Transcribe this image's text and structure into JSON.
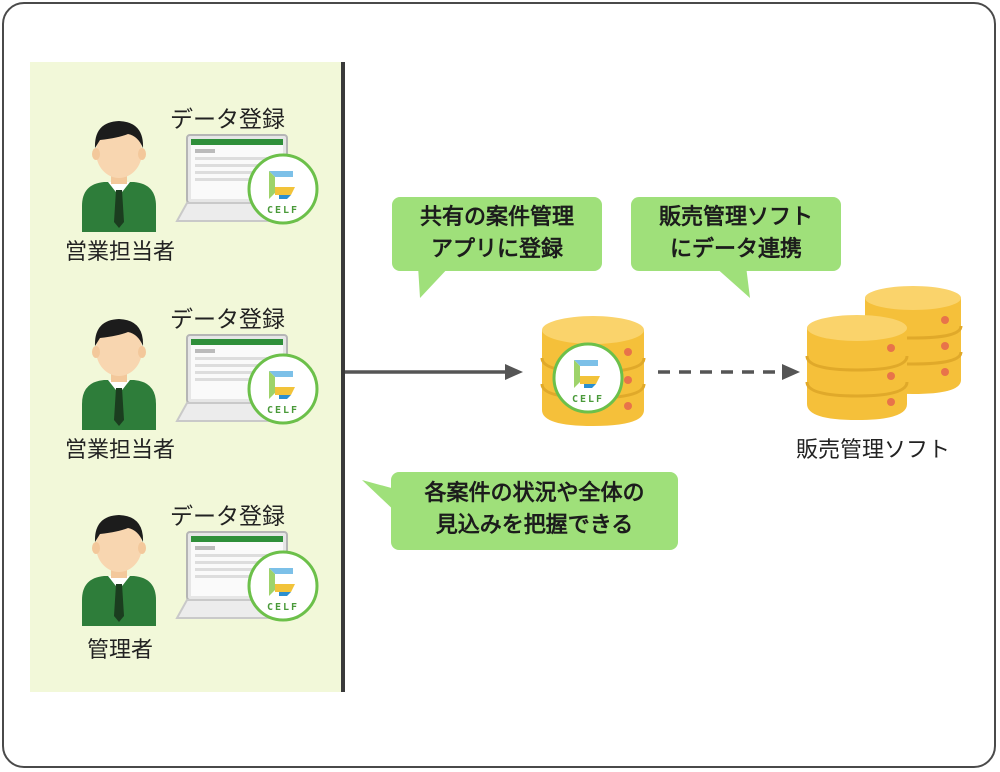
{
  "left_panel": {
    "rows": [
      {
        "data_label": "データ登録",
        "role": "営業担当者"
      },
      {
        "data_label": "データ登録",
        "role": "営業担当者"
      },
      {
        "data_label": "データ登録",
        "role": "管理者"
      }
    ]
  },
  "logo_text": "CELF",
  "callouts": {
    "register": [
      "共有の案件管理",
      "アプリに登録"
    ],
    "integration": [
      "販売管理ソフト",
      "にデータ連携"
    ],
    "overview": [
      "各案件の状況や全体の",
      "見込みを把握できる"
    ]
  },
  "sales_software_label": "販売管理ソフト",
  "colors": {
    "panel_bg": "#f2f8d9",
    "bubble": "#9fe07a",
    "suit": "#2e7d3a",
    "db_gold": "#f5c03a",
    "logo_ring": "#6cc04a"
  }
}
